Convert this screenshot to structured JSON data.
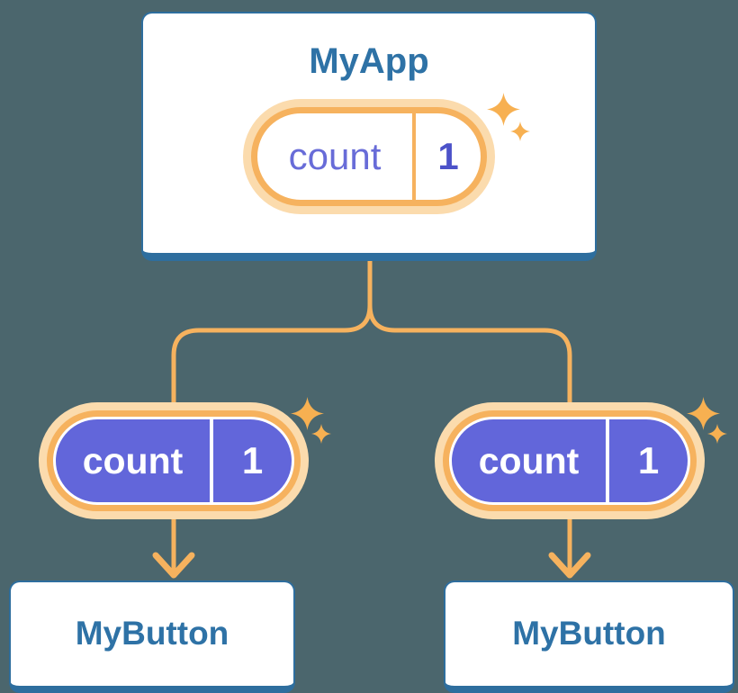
{
  "colors": {
    "background": "#4B666D",
    "card-bg": "#FFFFFF",
    "card-border": "#2E6E9E",
    "title-text": "#2E72A6",
    "orange": "#F6B25E",
    "orange-light": "#FBDBAD",
    "purple-fill": "#6266DA",
    "state-name-text": "#686CD8",
    "state-value-text": "#4C52C9",
    "state-text-light": "#FFFFFF",
    "sparkle": "#F7B051"
  },
  "diagram": {
    "root": {
      "title": "MyApp",
      "state": {
        "name": "count",
        "value": "1"
      }
    },
    "children": [
      {
        "title": "MyButton",
        "state": {
          "name": "count",
          "value": "1"
        }
      },
      {
        "title": "MyButton",
        "state": {
          "name": "count",
          "value": "1"
        }
      }
    ]
  }
}
